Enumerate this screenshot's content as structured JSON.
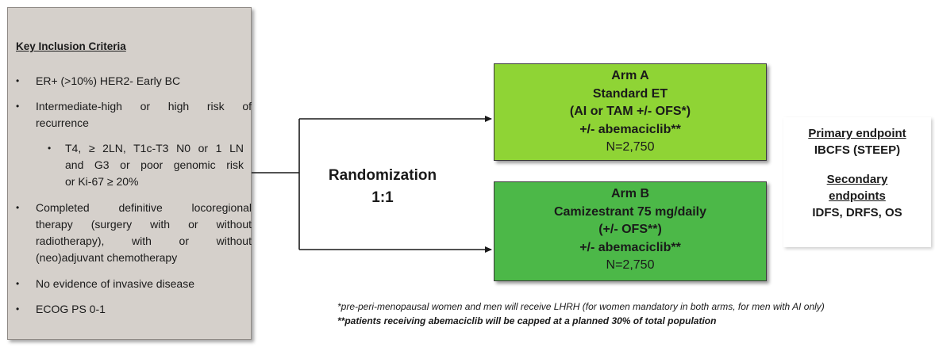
{
  "inclusion": {
    "title": "Key Inclusion Criteria",
    "bullets": [
      {
        "lines": [
          "ER+ (>10%)  HER2- Early BC"
        ]
      },
      {
        "lines": [
          "Intermediate-high or high risk of",
          "recurrence"
        ]
      },
      {
        "lines": [
          "T4, ≥ 2LN, T1c-T3 N0 or 1 LN",
          "and G3 or poor genomic risk",
          "or Ki-67 ≥ 20%"
        ],
        "sub": true
      },
      {
        "lines": [
          "Completed definitive locoregional",
          "therapy (surgery with or without",
          "radiotherapy), with or without",
          "(neo)adjuvant chemotherapy"
        ]
      },
      {
        "lines": [
          "No evidence of invasive disease"
        ]
      },
      {
        "lines": [
          "ECOG PS 0-1"
        ]
      }
    ],
    "bullet_glyph": "•"
  },
  "randomization": {
    "line1": "Randomization",
    "line2": "1:1"
  },
  "arm_a": {
    "title": "Arm A",
    "line2": "Standard ET",
    "line3": "(AI or TAM +/- OFS*)",
    "line4": "+/- abemaciclib**",
    "n": "N=2,750",
    "color": "#8fd435"
  },
  "arm_b": {
    "title": "Arm B",
    "line2": "Camizestrant 75 mg/daily",
    "line3": "(+/- OFS**)",
    "line4": "+/- abemaciclib**",
    "n": "N=2,750",
    "color": "#4cb848"
  },
  "endpoints": {
    "primary_label": "Primary endpoint",
    "primary_value": "IBCFS (STEEP)",
    "secondary_label_1": "Secondary",
    "secondary_label_2": "endpoints",
    "secondary_value": "IDFS, DRFS, OS"
  },
  "footnotes": {
    "f1": "*pre-peri-menopausal women and men will receive LHRH (for women mandatory in both arms, for men with AI only)",
    "f2": "**patients receiving abemaciclib will be capped at a planned 30% of total population"
  }
}
